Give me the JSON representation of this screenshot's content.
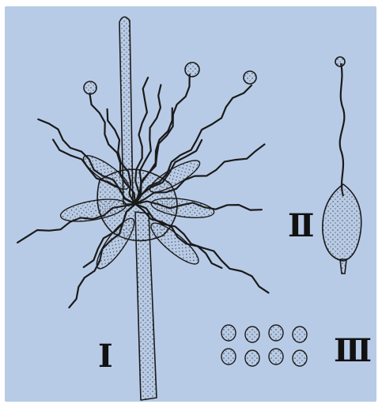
{
  "labels": {
    "figure_1": "I",
    "figure_2": "II",
    "figure_3": "III"
  },
  "colors": {
    "background": "#b8cbe6",
    "ink": "#1a1a1a",
    "stipple": "#3a3a3a"
  }
}
